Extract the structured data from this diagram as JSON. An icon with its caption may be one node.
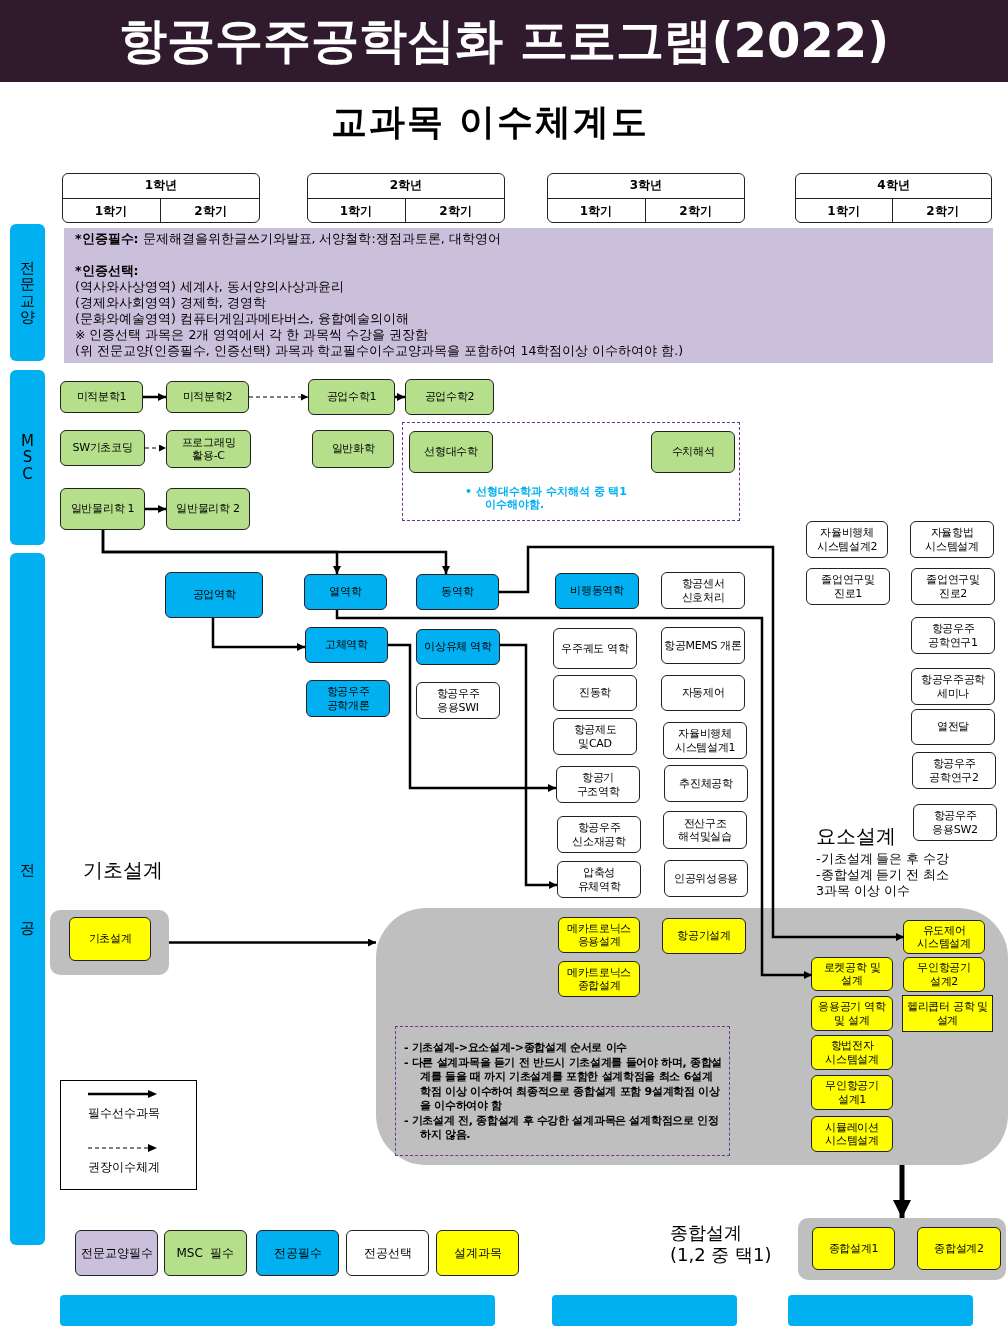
{
  "diagram": {
    "title": "항공우주공학심화 프로그램(2022)",
    "nodes": [
      {
        "text": [
          "1학년"
        ]
      },
      {
        "text": [
          "1학기"
        ],
        "in": 0
      },
      {
        "text": [
          "2학기"
        ],
        "in": 0
      },
      {
        "text": [
          "2학년"
        ]
      },
      {
        "text": [
          "1학기"
        ],
        "in": 3
      },
      {
        "text": [
          "2학기"
        ],
        "in": 3
      },
      {
        "text": [
          "3학년"
        ]
      },
      {
        "text": [
          "1학기"
        ],
        "in": 6
      },
      {
        "text": [
          "2학기"
        ],
        "in": 6
      },
      {
        "text": [
          "4학년"
        ]
      },
      {
        "text": [
          "1학기"
        ],
        "in": 9
      },
      {
        "text": [
          "2학기"
        ],
        "in": 9
      },
      {
        "text": [
          "전문교양"
        ]
      },
      {
        "text": [
          "*인증필수:",
          "문제해결을위한글쓰기와발표, 서양철학:쟁점과토론, 대학영어",
          "*인증선택:",
          "(역사와사상영역) 세계사, 동서양의사상과윤리",
          "(경제와사회영역) 경제학, 경영학",
          "(문화와예술영역) 컴퓨터게임과메타버스, 융합예술의이해",
          "※ 인증선택 과목은 2개 영역에서 각 한 과목씩 수강을 권장함",
          "(위 전문교양(인증필수, 인증선택) 과목과 학교필수이수교양과목을 포함하여 14학점이상 이수하여야 함.)"
        ]
      },
      {
        "text": [
          "MSC"
        ]
      },
      {
        "text": [
          "미적분학1"
        ]
      },
      {
        "text": [
          "미적분학2"
        ]
      },
      {
        "text": [
          "공업수학1"
        ]
      },
      {
        "text": [
          "공업수학2"
        ]
      },
      {
        "text": [
          "SW기초코딩"
        ]
      },
      {
        "text": [
          "프로그래밍 활용-C"
        ]
      },
      {
        "text": [
          "일반화학"
        ]
      },
      {
        "text": [
          "• 선형대수학과 수치해석 중 택1 이수해야함."
        ]
      },
      {
        "text": [
          "선형대수학"
        ],
        "in": 22
      },
      {
        "text": [
          "수치해석"
        ],
        "in": 22
      },
      {
        "text": [
          "일반물리학 1"
        ]
      },
      {
        "text": [
          "일반물리학 2"
        ]
      },
      {
        "text": [
          "전공"
        ]
      },
      {
        "text": [
          "공업역학"
        ]
      },
      {
        "text": [
          "열역학"
        ]
      },
      {
        "text": [
          "동역학"
        ]
      },
      {
        "text": [
          "비행동역학"
        ]
      },
      {
        "text": [
          "항공센서 신호처리"
        ]
      },
      {
        "text": [
          "고체역학"
        ]
      },
      {
        "text": [
          "이상유체 역학"
        ]
      },
      {
        "text": [
          "우주궤도 역학"
        ]
      },
      {
        "text": [
          "항공MEMS 개론"
        ]
      },
      {
        "text": [
          "항공우주 공학개론"
        ]
      },
      {
        "text": [
          "항공우주 응용SWI"
        ]
      },
      {
        "text": [
          "진동학"
        ]
      },
      {
        "text": [
          "자동제어"
        ]
      },
      {
        "text": [
          "항공제도 및CAD"
        ]
      },
      {
        "text": [
          "자율비행체 시스템설계1"
        ]
      },
      {
        "text": [
          "항공기 구조역학"
        ]
      },
      {
        "text": [
          "추진체공학"
        ]
      },
      {
        "text": [
          "항공우주 신소재공학"
        ]
      },
      {
        "text": [
          "전산구조 해석및실습"
        ]
      },
      {
        "text": [
          "압축성 유체역학"
        ]
      },
      {
        "text": [
          "인공위성응용"
        ]
      },
      {
        "text": [
          "자율비행체 시스템설계2"
        ]
      },
      {
        "text": [
          "자율항법 시스템설계"
        ]
      },
      {
        "text": [
          "졸업연구및 진로1"
        ]
      },
      {
        "text": [
          "졸업연구및 진로2"
        ]
      },
      {
        "text": [
          "항공우주 공학연구1"
        ]
      },
      {
        "text": [
          "항공우주공학 세미나"
        ]
      },
      {
        "text": [
          "열전달"
        ]
      },
      {
        "text": [
          "항공우주 공학연구2"
        ]
      },
      {
        "text": [
          "항공우주 응용SW2"
        ]
      },
      {
        "text": [
          "기초설계"
        ]
      },
      {
        "text": [
          "기초설계"
        ],
        "in": 58
      },
      {
        "text": [
          "요소설계",
          "-기초설계 들은 후 수강",
          "-종합설계 듣기 전 최소 3과목 이상 이수"
        ]
      },
      {
        "text": [
          "메카트로닉스 응용설계"
        ],
        "in": 60
      },
      {
        "text": [
          "항공기설계"
        ],
        "in": 60
      },
      {
        "text": [
          "메카트로닉스 종합설계"
        ],
        "in": 60
      },
      {
        "text": [
          "유도제어 시스템설계"
        ],
        "in": 60
      },
      {
        "text": [
          "로켓공학 및 설계"
        ],
        "in": 60
      },
      {
        "text": [
          "무인항공기 설계2"
        ],
        "in": 60
      },
      {
        "text": [
          "응용공기 역학 및 설계"
        ],
        "in": 60
      },
      {
        "text": [
          "헬리콥터 공학 및 설계"
        ],
        "in": 60
      },
      {
        "text": [
          "항법전자 시스템설계"
        ],
        "in": 60
      },
      {
        "text": [
          "무인항공기 설계1"
        ],
        "in": 60
      },
      {
        "text": [
          "시뮬레이션 시스템설계"
        ],
        "in": 60
      },
      {
        "text": [
          "- 기초설계->요소설계->종합설계 순서로 이수",
          "- 다른 설계과목을 듣기 전 반드시 기초설계를 들어야 하며, 종합설계를 들을 때 까지 기초설계를 포함한 설계학점을 최소 6설계학점 이상 이수하여 최종적으로 종합설계 포함 9설계학점 이상을 이수하여야 함",
          "- 기초설계 전, 종합설계 후 수강한 설계과목은 설계학점으로 인정하지 않음."
        ],
        "in": 60
      },
      {
        "text": [
          "종합설계 (1,2 중 택1)"
        ]
      },
      {
        "text": [
          "종합설계1"
        ],
        "in": 73
      },
      {
        "text": [
          "종합설계2"
        ],
        "in": 73
      }
    ],
    "edges": [
      {
        "from": 15,
        "to": 16,
        "arrow": "to"
      },
      {
        "from": 16,
        "to": 17,
        "arrow": "to",
        "style": "dashed"
      },
      {
        "from": 17,
        "to": 18,
        "arrow": "to"
      },
      {
        "from": 19,
        "to": 20,
        "arrow": "to",
        "style": "dashed"
      },
      {
        "from": 25,
        "to": 26,
        "arrow": "to"
      },
      {
        "from": 25,
        "to": 29,
        "arrow": "to"
      },
      {
        "from": 25,
        "to": 30,
        "arrow": "to"
      },
      {
        "from": 28,
        "to": 33,
        "arrow": "to"
      },
      {
        "from": 30,
        "to": 64,
        "arrow": "to"
      },
      {
        "from": 29,
        "to": 65,
        "arrow": "to"
      },
      {
        "from": 33,
        "to": 43,
        "arrow": "to"
      },
      {
        "from": 34,
        "to": 47,
        "arrow": "to"
      },
      {
        "from": 58,
        "to": 60,
        "arrow": "to"
      },
      {
        "from": 60,
        "to": 73,
        "arrow": "to",
        "style": "thick"
      }
    ],
    "labels": [
      "교과목 이수체계도"
    ],
    "legend": [
      {
        "text": "필수선수과목"
      },
      {
        "text": "권장이수체계"
      },
      {
        "text": "전문교양필수",
        "color": "#cbc0dc"
      },
      {
        "text": "MSC  필수",
        "color": "#b5df8b"
      },
      {
        "text": "전공필수",
        "color": "#00b0f0"
      },
      {
        "text": "전공선택",
        "color": "#ffffff"
      },
      {
        "text": "설계과목",
        "color": "#ffff00"
      }
    ]
  }
}
